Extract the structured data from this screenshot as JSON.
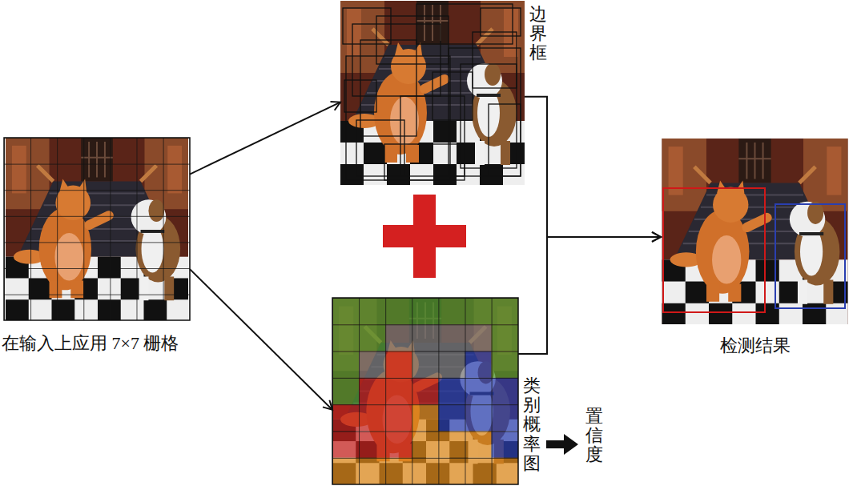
{
  "diagram": {
    "nodes": [
      {
        "text": [
          "在输入上应用 7×7 栅格"
        ]
      },
      {
        "text": [
          "边界框"
        ]
      },
      {
        "text": [
          "类别概率图"
        ]
      },
      {
        "text": [
          "检测结果"
        ]
      }
    ],
    "edges": [
      {
        "from": 0,
        "to": 1,
        "arrow": "to"
      },
      {
        "from": 0,
        "to": 2,
        "arrow": "to"
      },
      {
        "from": 1,
        "to": 3,
        "arrow": "to"
      },
      {
        "from": 2,
        "to": 3,
        "arrow": "to"
      }
    ],
    "labels": [
      "置信度"
    ]
  }
}
